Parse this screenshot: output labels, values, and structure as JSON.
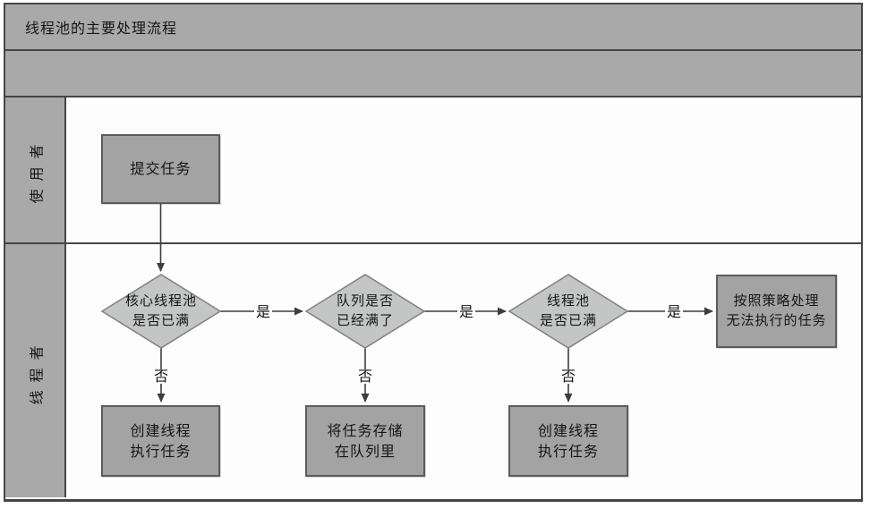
{
  "header": {
    "title": "线程池的主要处理流程"
  },
  "lanes": [
    {
      "id": "user",
      "label": "使用者"
    },
    {
      "id": "threader",
      "label": "线程者"
    }
  ],
  "nodes": {
    "submit_task": {
      "type": "process",
      "lane": "使用者",
      "label": "提交任务"
    },
    "core_pool_full": {
      "type": "decision",
      "lane": "线程者",
      "label": "核心线程池\n是否已满"
    },
    "queue_full": {
      "type": "decision",
      "lane": "线程者",
      "label": "队列是否\n已经满了"
    },
    "pool_full": {
      "type": "decision",
      "lane": "线程者",
      "label": "线程池\n是否已满"
    },
    "policy_handle": {
      "type": "process",
      "lane": "线程者",
      "label": "按照策略处理\n无法执行的任务"
    },
    "create_thread_1": {
      "type": "process",
      "lane": "线程者",
      "label": "创建线程\n执行任务"
    },
    "store_in_queue": {
      "type": "process",
      "lane": "线程者",
      "label": "将任务存储\n在队列里"
    },
    "create_thread_2": {
      "type": "process",
      "lane": "线程者",
      "label": "创建线程\n执行任务"
    }
  },
  "edges": [
    {
      "from": "submit_task",
      "to": "core_pool_full",
      "label": ""
    },
    {
      "from": "core_pool_full",
      "to": "create_thread_1",
      "label": "否"
    },
    {
      "from": "core_pool_full",
      "to": "queue_full",
      "label": "是"
    },
    {
      "from": "queue_full",
      "to": "store_in_queue",
      "label": "否"
    },
    {
      "from": "queue_full",
      "to": "pool_full",
      "label": "是"
    },
    {
      "from": "pool_full",
      "to": "create_thread_2",
      "label": "否"
    },
    {
      "from": "pool_full",
      "to": "policy_handle",
      "label": "是"
    }
  ],
  "colors": {
    "band_gray": "#a9a9a9",
    "process_fill": "#a3a3a3",
    "decision_fill": "#c4c6c6",
    "frame_border": "#454545",
    "process_border": "#5c5c5c",
    "decision_border": "#848484",
    "connector": "#3d3d3d",
    "lane_background": "#fdfdfd",
    "text": "#151515"
  }
}
